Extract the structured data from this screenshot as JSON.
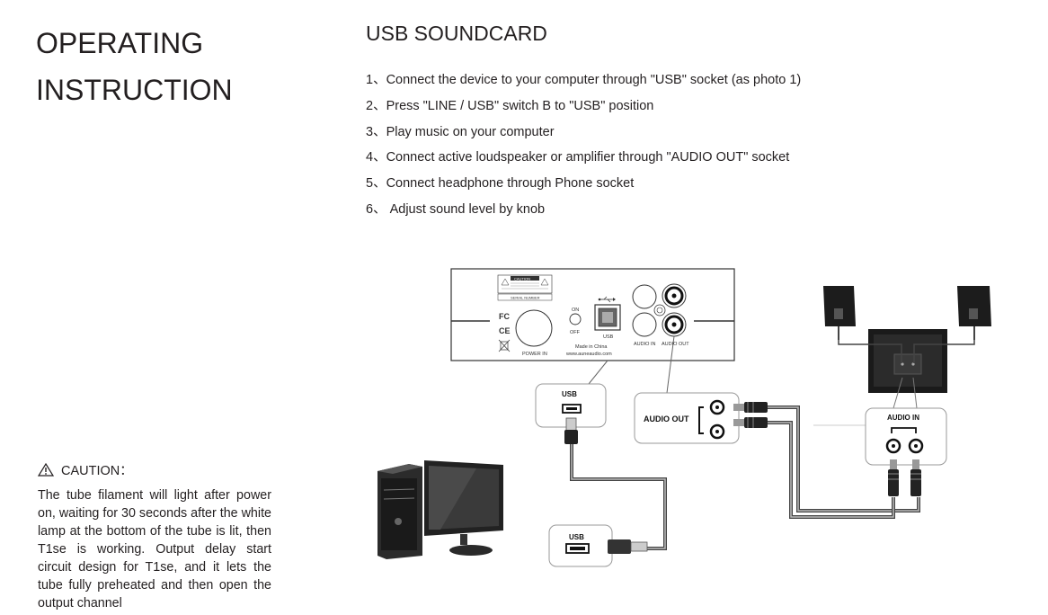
{
  "header": {
    "left_title_line1": "OPERATING",
    "left_title_line2": "INSTRUCTION",
    "section_title": "USB SOUNDCARD"
  },
  "steps": [
    "1、Connect the device to your computer through \"USB\" socket (as photo 1)",
    "2、Press \"LINE / USB\" switch B to \"USB\" position",
    "3、Play music on your computer",
    "4、Connect active loudspeaker or amplifier through \"AUDIO OUT\" socket",
    "5、Connect headphone through Phone socket",
    "6、 Adjust sound level by knob"
  ],
  "caution": {
    "icon": "warning-triangle-icon",
    "heading": "CAUTION：",
    "body": "The tube filament will light after power on, waiting for 30 seconds after the white lamp at the bottom of the tube is lit, then T1se is working. Output delay start circuit design for T1se, and it lets the tube fully preheated and then open the output channel"
  },
  "diagram": {
    "panel": {
      "fc": "FC",
      "ce": "CE",
      "power_in": "POWER IN",
      "on": "ON",
      "off": "OFF",
      "usb": "USB",
      "made_in": "Made in China",
      "website": "www.auneaudio.com",
      "audio_in": "AUDIO IN",
      "audio_out": "AUDIO OUT",
      "caution_label": "CAUTION",
      "serial": "SERIAL NUMBER"
    },
    "callout_usb_top": "USB",
    "callout_audio_out": "AUDIO OUT",
    "callout_audio_in": "AUDIO IN",
    "callout_usb_bottom": "USB"
  }
}
